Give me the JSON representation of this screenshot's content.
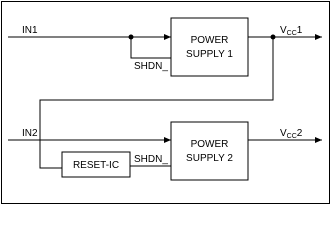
{
  "diagram": {
    "inputs": {
      "in1": "IN1",
      "in2": "IN2"
    },
    "outputs": {
      "vcc1": {
        "main": "V",
        "sub": "CC",
        "suffix": "1"
      },
      "vcc2": {
        "main": "V",
        "sub": "CC",
        "suffix": "2"
      }
    },
    "blocks": {
      "supply1": {
        "line1": "POWER",
        "line2": "SUPPLY 1"
      },
      "supply2": {
        "line1": "POWER",
        "line2": "SUPPLY 2"
      },
      "reset": {
        "label": "RESET-IC"
      }
    },
    "pins": {
      "shdn1": "SHDN_",
      "shdn2": "SHDN_"
    }
  }
}
